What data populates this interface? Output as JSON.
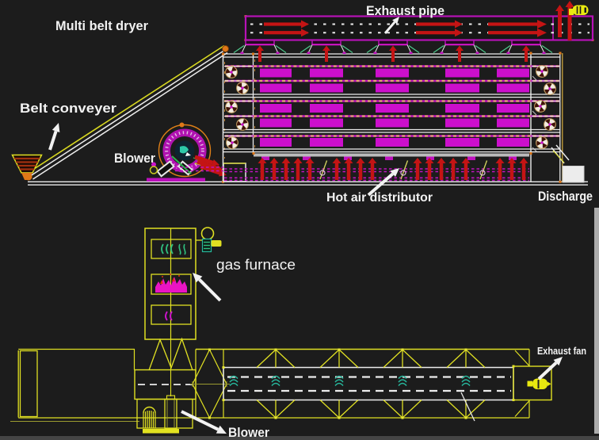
{
  "diagram_title": "Multi belt dryer",
  "labels": {
    "multi_belt_dryer": "Multi belt dryer",
    "exhaust_pipe": "Exhaust pipe",
    "belt_conveyer": "Belt conveyer",
    "blower_top": "Blower",
    "hot_air_distributor": "Hot air distributor",
    "discharge": "Discharge",
    "gas_furnace": "gas furnace",
    "blower_bottom": "Blower",
    "exhaust_fan": "Exhaust fan"
  },
  "colors": {
    "background": "#1c1c1c",
    "cad_yellow": "#e0e022",
    "cad_white": "#ececec",
    "magenta": "#c013c0",
    "magenta_bright": "#e316d6",
    "salmon_dash": "#e7a275",
    "arrow_red": "#c41414",
    "mint_green": "#4ecb8d",
    "teal": "#27b89d",
    "orange": "#e07818",
    "flame_pink": "#ea14c4",
    "flame_red": "#e23010",
    "label_white": "#f2f2f2",
    "discharge_box_fill": "#ececec",
    "photo_edge_gray": "#c6c6c6"
  }
}
